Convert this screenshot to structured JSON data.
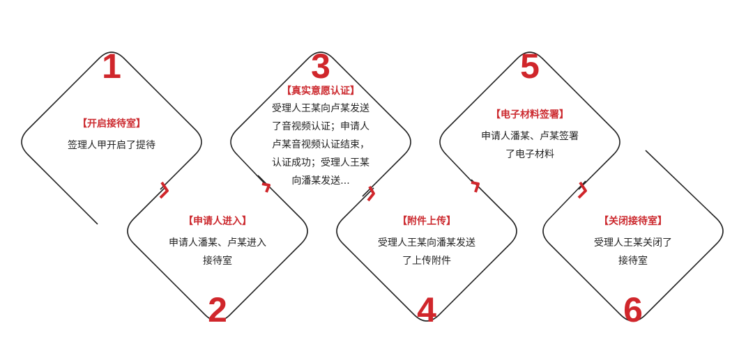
{
  "colors": {
    "accent": "#d0262b",
    "title": "#cc2a2f",
    "outline": "#222222"
  },
  "steps": [
    {
      "number": "1",
      "title": "【开启接待室】",
      "body": [
        "签理人甲开启了提待"
      ]
    },
    {
      "number": "2",
      "title": "【申请人进入】",
      "body": [
        "申请人潘某、卢某进入",
        "接待室"
      ]
    },
    {
      "number": "3",
      "title": "【真实意愿认证】",
      "body": [
        "受理人王某向卢某发送",
        "了音视频认证；申请人",
        "卢某音视频认证结束，",
        "认证成功；受理人王某",
        "向潘某发送..."
      ]
    },
    {
      "number": "4",
      "title": "【附件上传】",
      "body": [
        "受理人王某向潘某发送",
        "了上传附件"
      ]
    },
    {
      "number": "5",
      "title": "【电子材料签署】",
      "body": [
        "申请人潘某、卢某签署",
        "了电子材料"
      ]
    },
    {
      "number": "6",
      "title": "【关闭接待室】",
      "body": [
        "受理人王某关闭了",
        "接待室"
      ]
    }
  ]
}
